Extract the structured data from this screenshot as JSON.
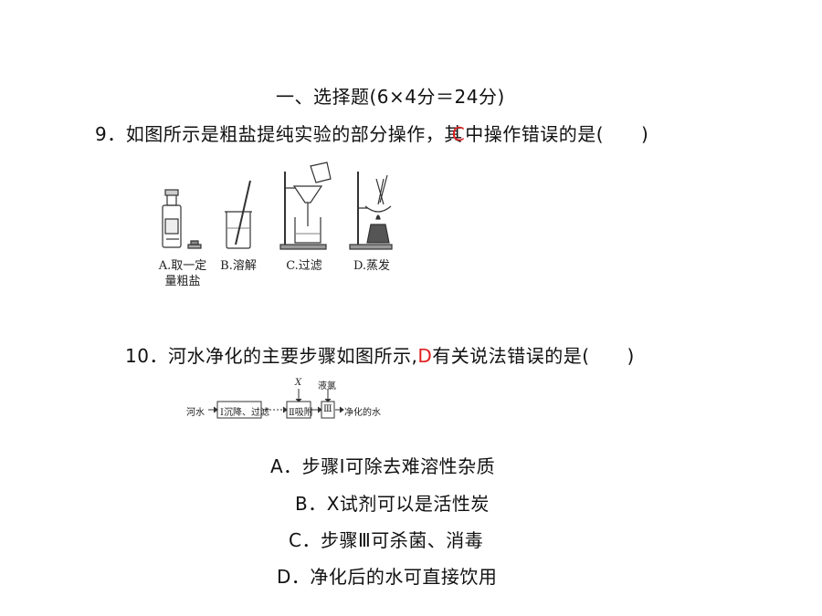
{
  "section_title": "一、选择题(6×4分＝24分)",
  "q9": {
    "text_before": "9．如图所示是粗盐提纯实验的部分操作，其",
    "answer": "C",
    "text_after": "中操作错误的是(　　)",
    "figures": [
      {
        "label_line1": "A.取一定",
        "label_line2": "量粗盐"
      },
      {
        "label_line1": "B.溶解",
        "label_line2": ""
      },
      {
        "label_line1": "C.过滤",
        "label_line2": ""
      },
      {
        "label_line1": "D.蒸发",
        "label_line2": ""
      }
    ]
  },
  "q10": {
    "text_before": "10．河水净化的主要步骤如图所示,",
    "answer": "D",
    "text_after": "有关说法错误的是(　　)",
    "flow": {
      "start": "河水",
      "step1": "Ⅰ沉降、过滤",
      "step2": "Ⅱ吸附",
      "step3": "Ⅲ",
      "end": "净化的水",
      "x_label": "X",
      "chlorine_label": "液氯"
    },
    "options": [
      "A．步骤Ⅰ可除去难溶性杂质",
      "B．X试剂可以是活性炭",
      "C．步骤Ⅲ可杀菌、消毒",
      "D．净化后的水可直接饮用"
    ]
  }
}
